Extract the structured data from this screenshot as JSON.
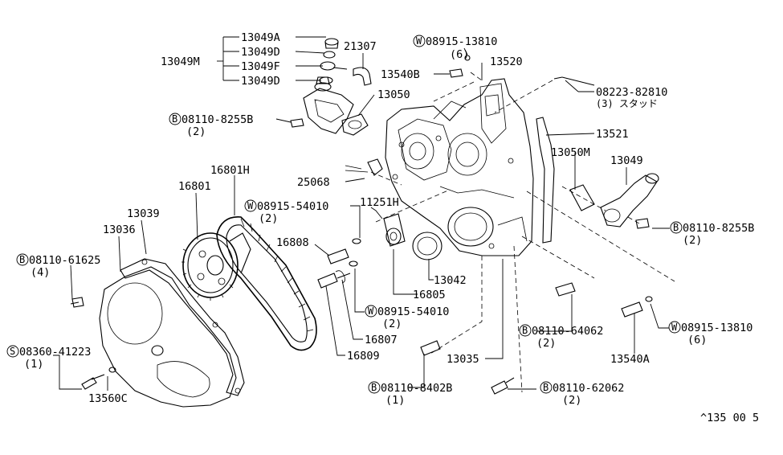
{
  "labels": {
    "p13049A": "13049A",
    "p13049D_top": "13049D",
    "p13049F": "13049F",
    "p13049D_bot": "13049D",
    "p13049M": "13049M",
    "p21307": "21307",
    "w0891513810_top": "08915-13810",
    "w0891513810_top_qty": "(6)",
    "p13540B": "13540B",
    "p13520": "13520",
    "p0822382810": "08223-82810",
    "p0822382810_qty": "(3) スタッド",
    "p13050": "13050",
    "b081108255B_left": "08110-8255B",
    "b081108255B_left_qty": "(2)",
    "p13521": "13521",
    "p13050M": "13050M",
    "p13049": "13049",
    "p25068": "25068",
    "p16801H": "16801H",
    "p16801": "16801",
    "w0891554010_top": "08915-54010",
    "w0891554010_top_qty": "(2)",
    "p11251H": "11251H",
    "p13039": "13039",
    "p13036": "13036",
    "b081108255B_right": "08110-8255B",
    "b081108255B_right_qty": "(2)",
    "p16808": "16808",
    "b0811061625": "08110-61625",
    "b0811061625_qty": "(4)",
    "p16805": "16805",
    "p13042": "13042",
    "w0891554010_bot": "08915-54010",
    "w0891554010_bot_qty": "(2)",
    "b0811064062": "08110-64062",
    "b0811064062_qty": "(2)",
    "w0891513810_bot": "08915-13810",
    "w0891513810_bot_qty": "(6)",
    "p16807": "16807",
    "s0836041223": "08360-41223",
    "s0836041223_qty": "(1)",
    "p16809": "16809",
    "p13035": "13035",
    "p13540A": "13540A",
    "p13560C": "13560C",
    "b081108402B": "08110-8402B",
    "b081108402B_qty": "(1)",
    "b0811062062": "08110-62062",
    "b0811062062_qty": "(2)",
    "footer_code": "^135 00 5"
  },
  "prefixes": {
    "w": "W",
    "b": "B",
    "s": "S"
  }
}
